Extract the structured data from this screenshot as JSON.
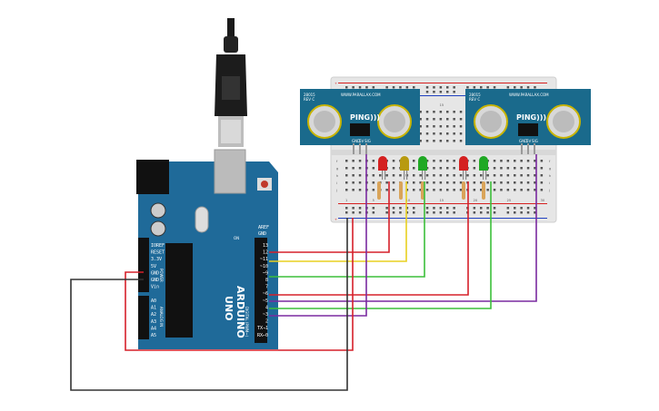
{
  "arduino": {
    "brand": "ARDUINO",
    "model": "UNO",
    "aref_label": "AREF",
    "gnd_label": "GND",
    "digital_title": "DIGITAL (PWM~)",
    "power_title": "POWER",
    "analog_title": "ANALOG IN",
    "on_label": "ON",
    "reset_label": "RESET",
    "digital_pins": [
      "13",
      "12",
      "~11",
      "~10",
      "~9",
      "8",
      "7",
      "~6",
      "~5",
      "4",
      "~3",
      "2",
      "TX→1",
      "RX←0"
    ],
    "power_pins": [
      "IOREF",
      "RESET",
      "3.3V",
      "5V",
      "GND",
      "GND",
      "Vin"
    ],
    "analog_pins": [
      "A0",
      "A1",
      "A2",
      "A3",
      "A4",
      "A5"
    ]
  },
  "sensors": [
    {
      "id": "28015",
      "rev": "REV C",
      "url": "WWW.PARALLAX.COM",
      "name": "PING)))",
      "pins": [
        "GND",
        "5V",
        "SIG"
      ]
    },
    {
      "id": "28015",
      "rev": "REV C",
      "url": "WWW.PARALLAX.COM",
      "name": "PING)))",
      "pins": [
        "GND",
        "5V",
        "SIG"
      ]
    }
  ],
  "breadboard": {
    "column_numbers": [
      "1",
      "5",
      "10",
      "15",
      "20",
      "25",
      "30"
    ],
    "row_letters": [
      "a",
      "b",
      "c",
      "d",
      "e",
      "f",
      "g",
      "h",
      "i",
      "j"
    ]
  },
  "leds": [
    {
      "color": "red",
      "hex": "#d42020"
    },
    {
      "color": "yellow",
      "hex": "#b89a10"
    },
    {
      "color": "green",
      "hex": "#1fa824"
    },
    {
      "color": "red",
      "hex": "#d42020"
    },
    {
      "color": "green",
      "hex": "#1fa824"
    }
  ],
  "wire_colors": {
    "red": "#d6202a",
    "yellow": "#e8d020",
    "green": "#3cbf3a",
    "purple": "#7a2aa0",
    "black": "#333333",
    "usb": "#1a1a1a"
  }
}
